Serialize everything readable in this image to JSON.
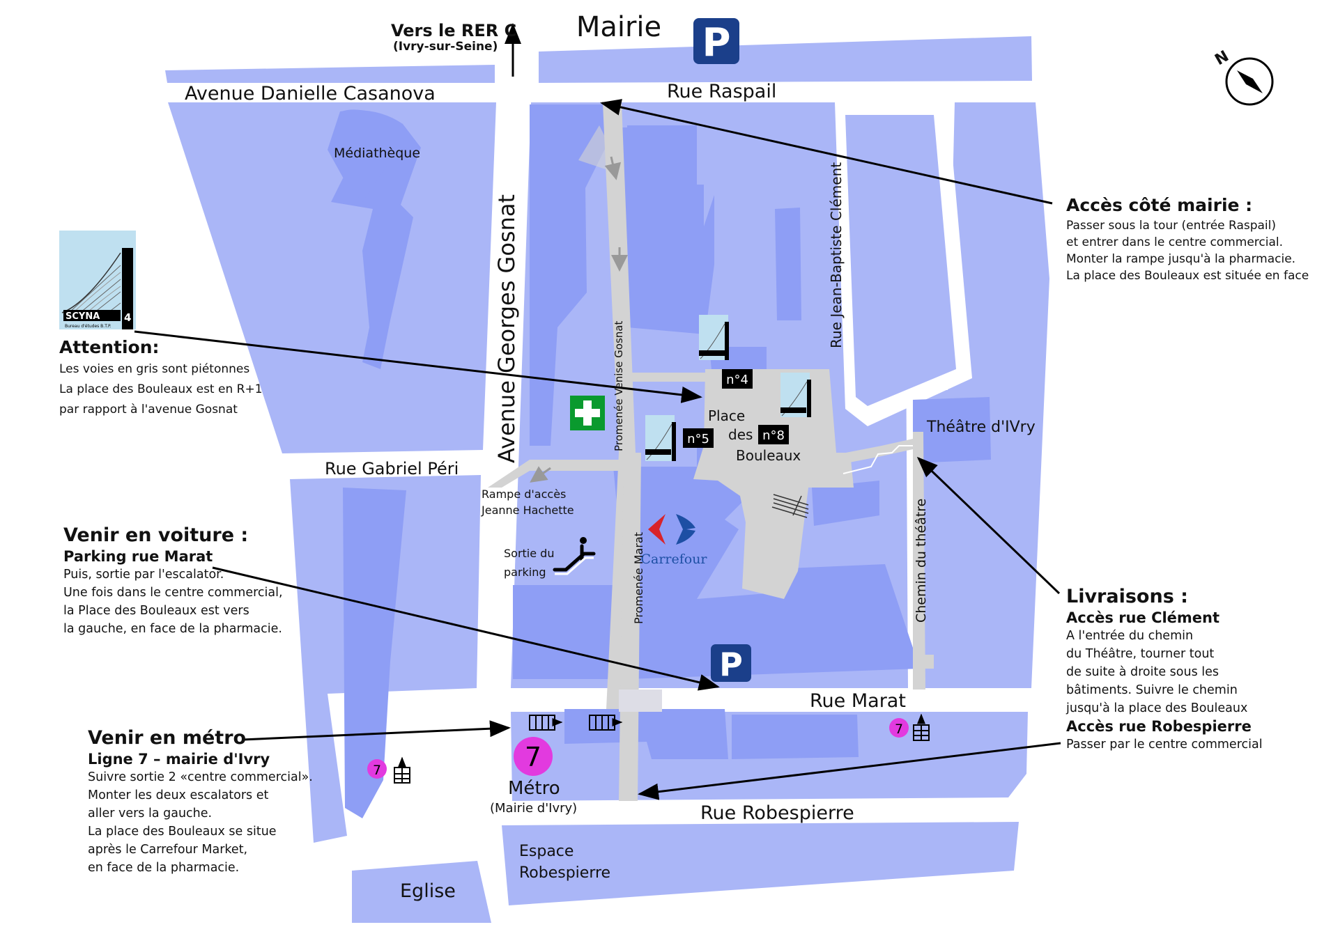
{
  "map": {
    "colors": {
      "road_white": "#ffffff",
      "block": "#aab6f7",
      "building": "#8e9ef5",
      "pedestrian": "#d3d3d3",
      "metro_badge": "#e23adf",
      "pharmacy": "#0a9a2e",
      "parking": "#1b3f8a",
      "carrefour_blue": "#1d4fa4",
      "carrefour_red": "#d8232a"
    },
    "icons": [
      "north-arrow-icon",
      "parking-icon",
      "pharmacy-cross-icon",
      "escalator-icon",
      "metro-7-icon",
      "stairs-icon",
      "carrefour-logo",
      "scyna4-logo"
    ],
    "top_label": "Mairie",
    "rer_label": "Vers le RER C",
    "rer_sublabel": "(Ivry-sur-Seine)",
    "streets": {
      "casanova": "Avenue Danielle Casanova",
      "raspail": "Rue Raspail",
      "gosnat": "Avenue Georges  Gosnat",
      "peri": "Rue Gabriel Péri",
      "clement": "Rue Jean-Baptiste Clément",
      "marat": "Rue Marat",
      "robespierre": "Rue Robespierre",
      "promenee_venise": "Promenée Venise Gosnat",
      "promenee_marat": "Promenée Marat",
      "chemin_theatre": "Chemin du théâtre"
    },
    "places": {
      "mediatheque": "Médiathèque",
      "theatre": "Théâtre d'IVry",
      "place_line1": "Place",
      "place_line2": "des",
      "place_line3": "Bouleaux",
      "rampe_line1": "Rampe d'accès",
      "rampe_line2": "Jeanne Hachette",
      "sortie_line1": "Sortie du",
      "sortie_line2": "parking",
      "carrefour": "Carrefour",
      "metro": "Métro",
      "metro_sub": "(Mairie d'Ivry)",
      "espace_line1": "Espace",
      "espace_line2": "Robespierre",
      "eglise": "Eglise"
    },
    "entrances": {
      "n4": "n°4",
      "n5": "n°5",
      "n8": "n°8"
    },
    "metro_line": "7",
    "parking_letter": "P",
    "logo_text": "SCYNA",
    "logo_number": "4",
    "logo_subtitle": "Bureau d'études B.T.P."
  },
  "notes": {
    "mairie": {
      "title": "Accès côté mairie :",
      "body": "Passer sous la tour (entrée Raspail)\net entrer dans le centre commercial.\nMonter la rampe  jusqu'à la pharmacie.\nLa place des Bouleaux  est située en face"
    },
    "attention": {
      "title": "Attention:",
      "body": "Les voies en gris sont piétonnes\nLa place des Bouleaux est en R+1\npar rapport à l'avenue Gosnat"
    },
    "voiture": {
      "title": "Venir en voiture :",
      "subtitle": "Parking rue Marat",
      "body": "Puis, sortie par l'escalator.\nUne fois dans le centre commercial,\nla Place des Bouleaux  est vers\nla gauche,  en face de la pharmacie."
    },
    "metro": {
      "title": "Venir en métro",
      "subtitle": "Ligne 7 – mairie d'Ivry",
      "body": "Suivre sortie 2 «centre commercial».\nMonter les deux escalators et\naller vers la gauche.\nLa place des Bouleaux se situe\naprès le Carrefour Market,\nen face de la pharmacie."
    },
    "livraisons": {
      "title": "Livraisons :",
      "subtitle": "Accès rue Clément",
      "body": "A l'entrée du chemin\ndu Théâtre, tourner tout\nde suite à droite sous les\nbâtiments. Suivre le chemin\njusqu'à la place des Bouleaux",
      "subtitle2": "Accès rue Robespierre",
      "body2": "Passer par le centre commercial"
    }
  }
}
